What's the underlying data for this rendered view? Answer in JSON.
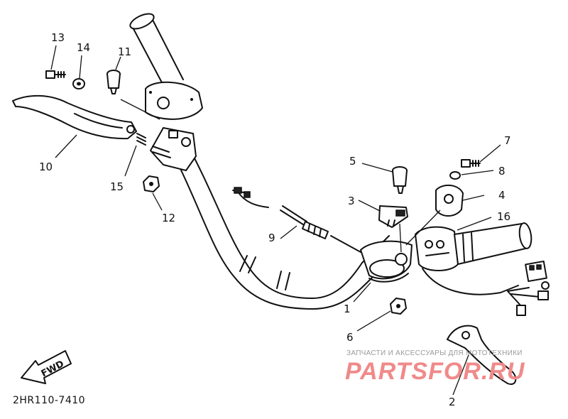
{
  "diagram_code": "2HR110-7410",
  "direction_label": "FWD",
  "watermark": {
    "line1": "ЗАПЧАСТИ И АКСЕССУАРЫ ДЛЯ МОТОТЕХНИКИ",
    "line2": "PARTSFOR.RU"
  },
  "callouts": [
    {
      "id": "1",
      "label": "1"
    },
    {
      "id": "2",
      "label": "2"
    },
    {
      "id": "3",
      "label": "3"
    },
    {
      "id": "4",
      "label": "4"
    },
    {
      "id": "5",
      "label": "5"
    },
    {
      "id": "6",
      "label": "6"
    },
    {
      "id": "7",
      "label": "7"
    },
    {
      "id": "8",
      "label": "8"
    },
    {
      "id": "9",
      "label": "9"
    },
    {
      "id": "10",
      "label": "10"
    },
    {
      "id": "11",
      "label": "11"
    },
    {
      "id": "12",
      "label": "12"
    },
    {
      "id": "13",
      "label": "13"
    },
    {
      "id": "14",
      "label": "14"
    },
    {
      "id": "15",
      "label": "15"
    },
    {
      "id": "16",
      "label": "16"
    }
  ]
}
